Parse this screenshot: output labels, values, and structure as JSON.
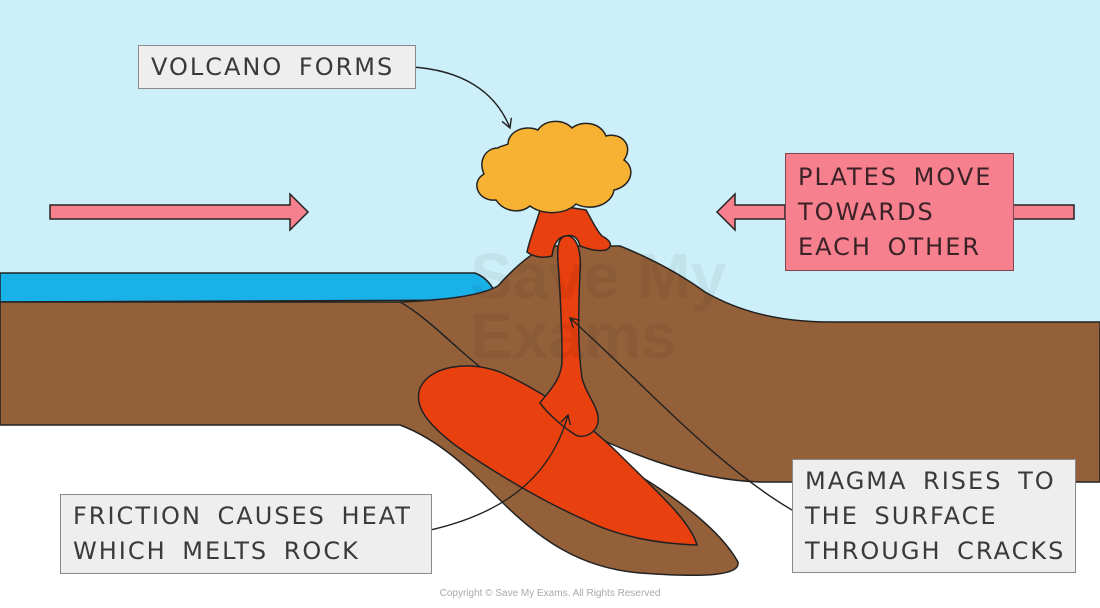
{
  "labels": {
    "volcano_forms": "VOLCANO FORMS",
    "plates_move": [
      "PLATES MOVE",
      "TOWARDS",
      "EACH OTHER"
    ],
    "friction": [
      "FRICTION CAUSES HEAT",
      "WHICH MELTS ROCK"
    ],
    "magma": [
      "MAGMA RISES TO",
      "THE SURFACE",
      "THROUGH CRACKS"
    ]
  },
  "watermark": [
    "Save My",
    "Exams"
  ],
  "copyright": "Copyright © Save My Exams. All Rights Reserved",
  "colors": {
    "sky": "#cdeff9",
    "ocean": "#1ab0e8",
    "crust": "#93603a",
    "magma": "#e8400e",
    "eruption_cloud": "#f8b233",
    "arrow_fill": "#f7808f"
  }
}
